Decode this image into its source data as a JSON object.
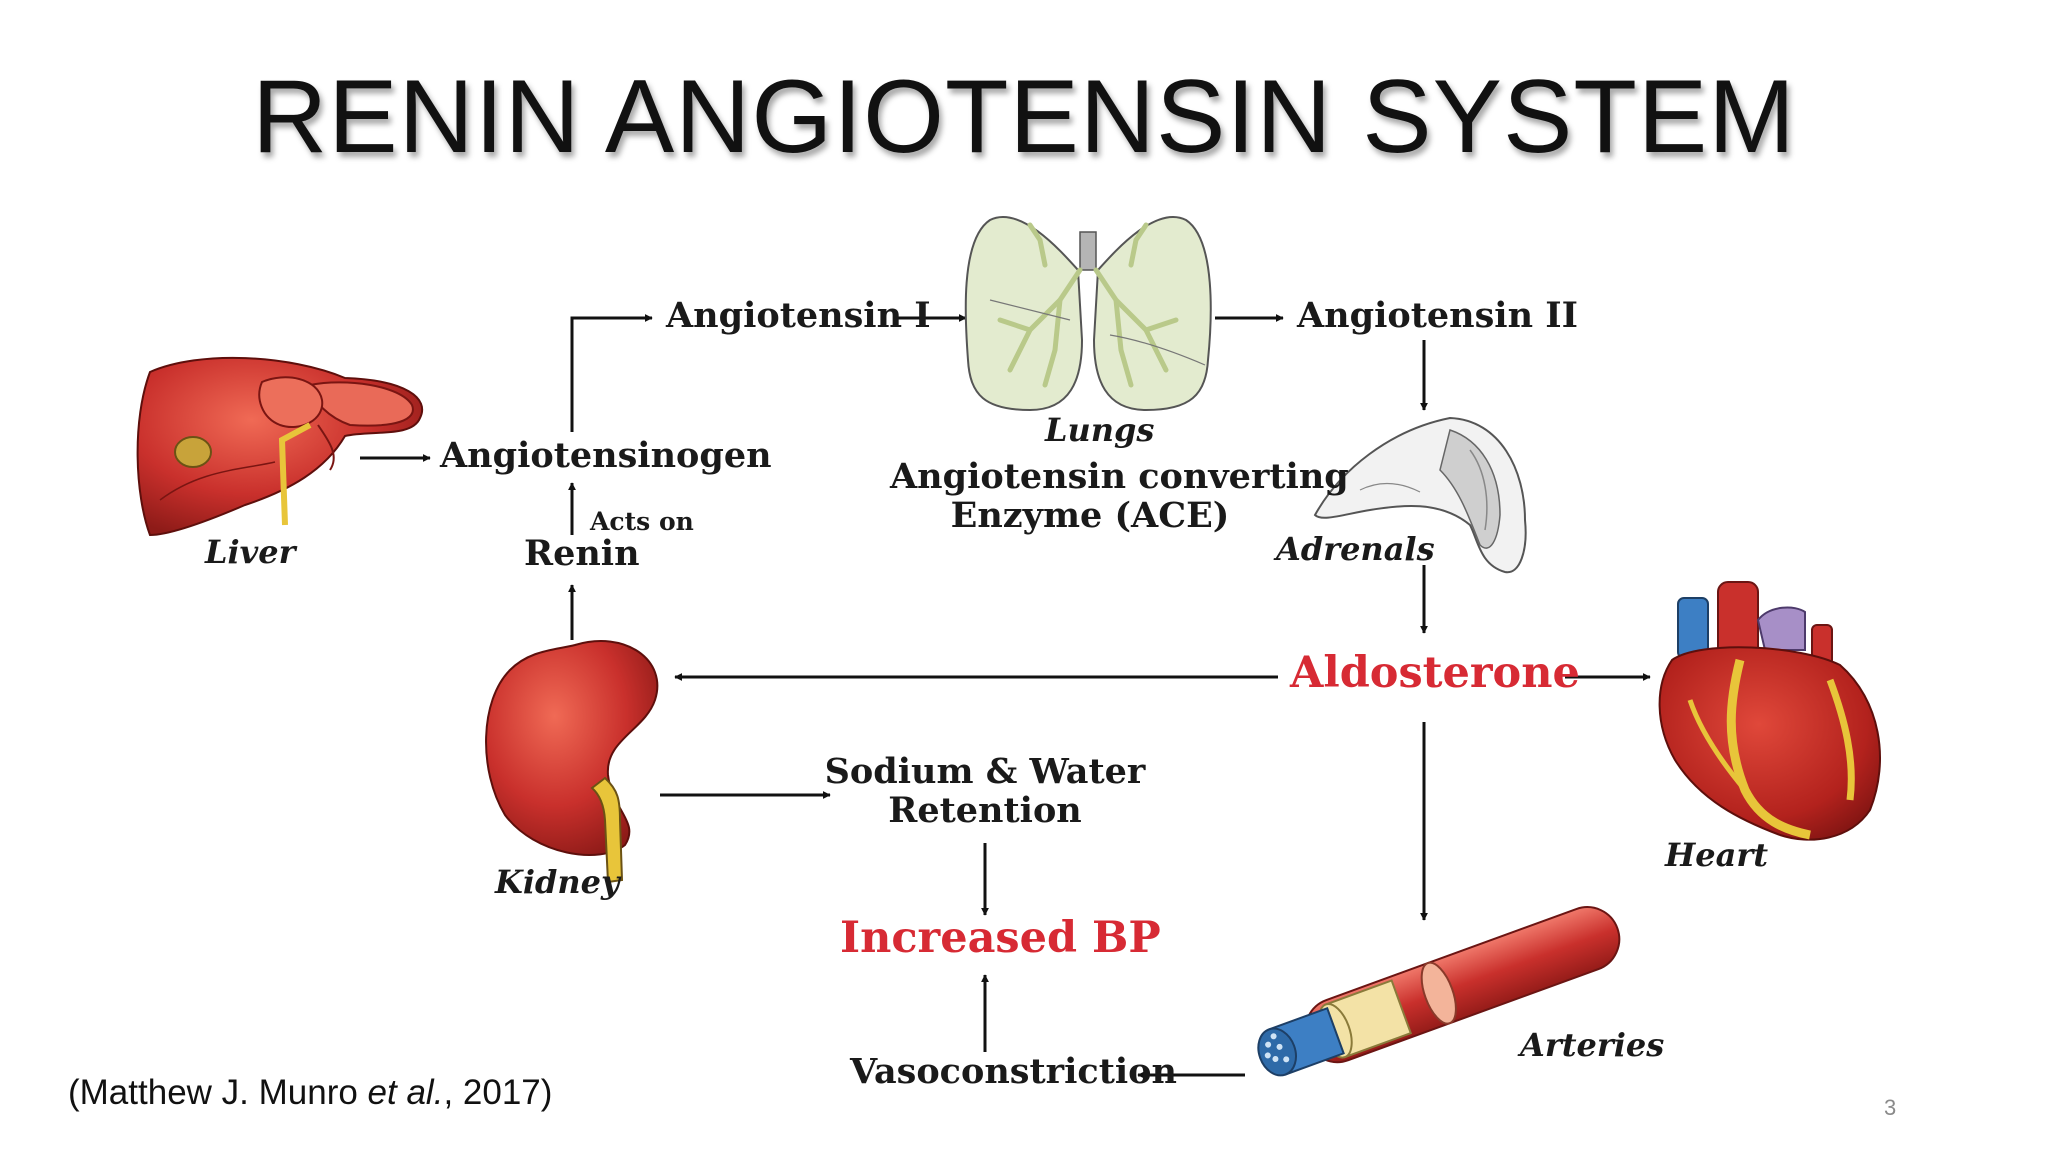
{
  "slide": {
    "title": "RENIN ANGIOTENSIN SYSTEM",
    "page_number": "3",
    "citation": {
      "prefix": "(Matthew J. Munro ",
      "italic": "et al.",
      "suffix": ", 2017)"
    }
  },
  "diagram": {
    "nodes": {
      "angiotensinogen": "Angiotensinogen",
      "angiotensin_1": "Angiotensin I",
      "angiotensin_2": "Angiotensin II",
      "renin": "Renin",
      "acts_on": "Acts on",
      "ace_line1": "Angiotensin converting",
      "ace_line2": "Enzyme (ACE)",
      "aldosterone": "Aldosterone",
      "sodium_line1": "Sodium & Water",
      "sodium_line2": "Retention",
      "increased_bp": "Increased BP",
      "vasoconstriction": "Vasoconstriction"
    },
    "organs": {
      "liver": "Liver",
      "lungs": "Lungs",
      "adrenals": "Adrenals",
      "kidney": "Kidney",
      "heart": "Heart",
      "arteries": "Arteries"
    },
    "colors": {
      "organ_red": "#c9302c",
      "highlight_red": "#d72a34",
      "duct_yellow": "#e8c53a",
      "lung_green": "#dfe8c8",
      "artery_blue": "#3d7fc4"
    }
  }
}
